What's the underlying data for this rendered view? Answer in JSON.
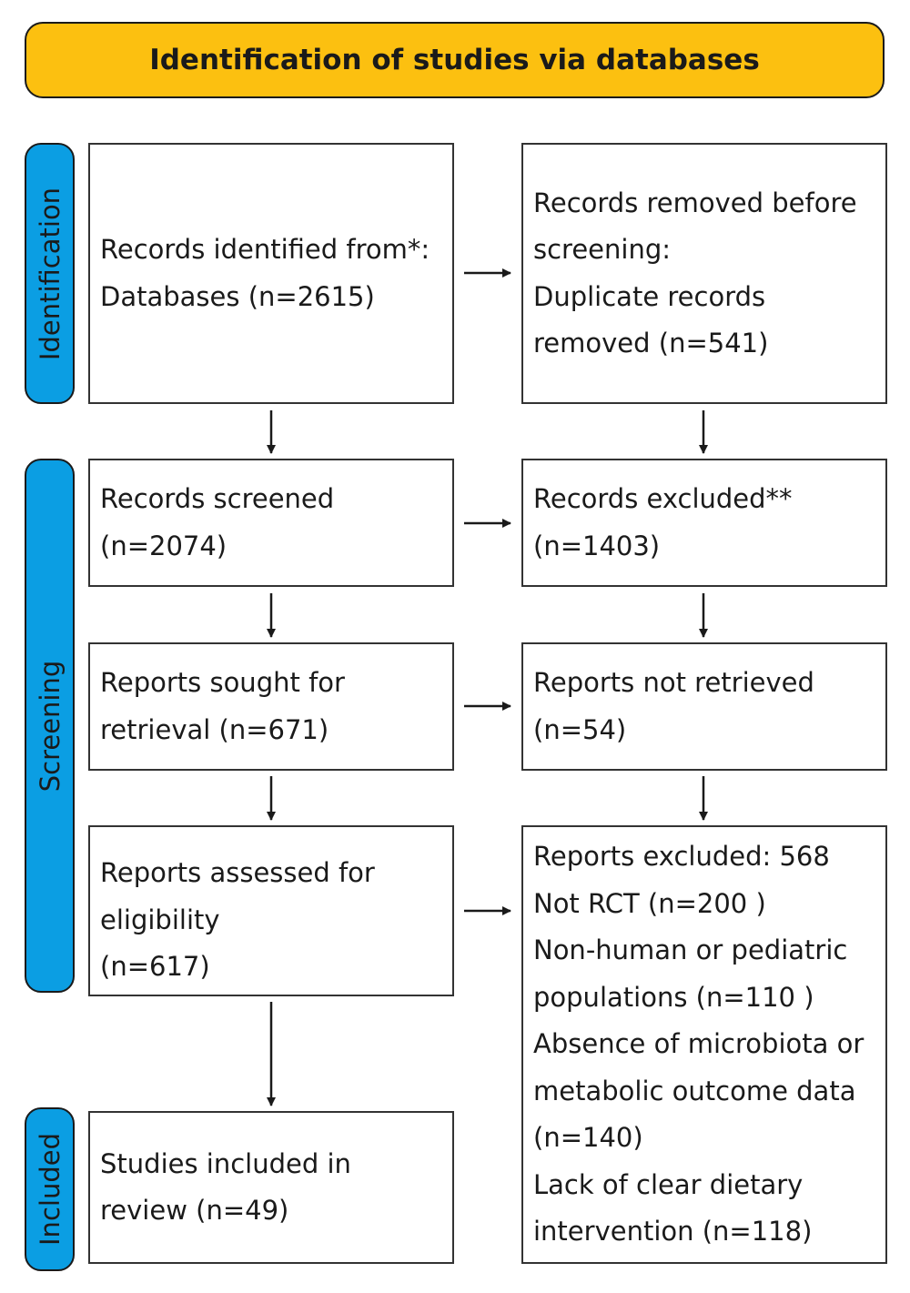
{
  "header": {
    "title": "Identification of studies via databases"
  },
  "phases": {
    "identification": "Identification",
    "screening": "Screening",
    "included": "Included"
  },
  "boxes": {
    "records_identified": [
      "Records identified from*:",
      "Databases (n=2615)"
    ],
    "records_removed": [
      "Records removed before",
      "screening:",
      "Duplicate records",
      "removed  (n=541)"
    ],
    "records_screened": [
      "Records screened",
      "(n=2074)"
    ],
    "records_excluded": [
      "Records excluded**",
      "(n=1403)"
    ],
    "reports_sought": [
      "Reports sought for",
      "retrieval (n=671)"
    ],
    "reports_not_retrieved": [
      "Reports not retrieved",
      "(n=54)"
    ],
    "reports_assessed": [
      "Reports assessed for",
      "eligibility",
      "(n=617)"
    ],
    "reports_excluded": [
      "Reports excluded: 568",
      "Not RCT (n=200 )",
      "Non-human or pediatric",
      "populations (n=110 )",
      "Absence of microbiota or",
      "metabolic outcome data",
      "(n=140)",
      "Lack of clear dietary",
      "intervention (n=118)"
    ],
    "studies_included": [
      "Studies included in",
      "review (n=49)"
    ]
  },
  "colors": {
    "banner": "#fcc010",
    "phase_label": "#0b9ee3",
    "border": "#333333",
    "text": "#1a1a1a"
  }
}
